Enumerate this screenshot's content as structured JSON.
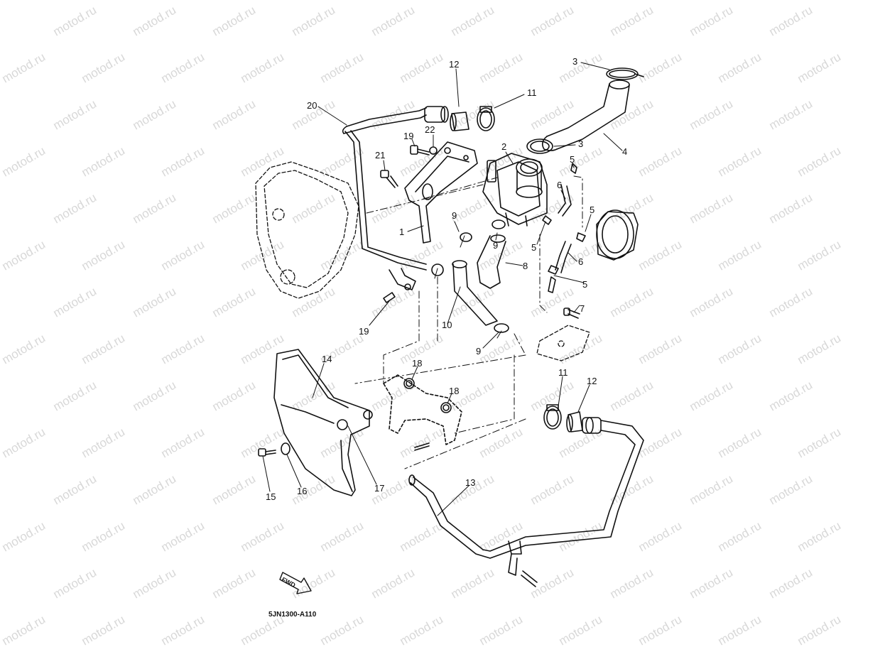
{
  "watermark": "motod.ru",
  "callouts": [
    {
      "id": "c12a",
      "text": "12"
    },
    {
      "id": "c11a",
      "text": "11"
    },
    {
      "id": "c3a",
      "text": "3"
    },
    {
      "id": "c20",
      "text": "20"
    },
    {
      "id": "c22",
      "text": "22"
    },
    {
      "id": "c19a",
      "text": "19"
    },
    {
      "id": "c2",
      "text": "2"
    },
    {
      "id": "c3b",
      "text": "3"
    },
    {
      "id": "c4",
      "text": "4"
    },
    {
      "id": "c21",
      "text": "21"
    },
    {
      "id": "c5a",
      "text": "5"
    },
    {
      "id": "c6a",
      "text": "6"
    },
    {
      "id": "c5b",
      "text": "5"
    },
    {
      "id": "c9a",
      "text": "9"
    },
    {
      "id": "c9b",
      "text": "9"
    },
    {
      "id": "c1",
      "text": "1"
    },
    {
      "id": "c5c",
      "text": "5"
    },
    {
      "id": "c6b",
      "text": "6"
    },
    {
      "id": "c8",
      "text": "8"
    },
    {
      "id": "c5d",
      "text": "5"
    },
    {
      "id": "c7",
      "text": "7"
    },
    {
      "id": "c19b",
      "text": "19"
    },
    {
      "id": "c10",
      "text": "10"
    },
    {
      "id": "c9c",
      "text": "9"
    },
    {
      "id": "c14",
      "text": "14"
    },
    {
      "id": "c18a",
      "text": "18"
    },
    {
      "id": "c18b",
      "text": "18"
    },
    {
      "id": "c11b",
      "text": "11"
    },
    {
      "id": "c12b",
      "text": "12"
    },
    {
      "id": "c13",
      "text": "13"
    },
    {
      "id": "c17",
      "text": "17"
    },
    {
      "id": "c16",
      "text": "16"
    },
    {
      "id": "c15",
      "text": "15"
    }
  ],
  "fwd_label": "FWD",
  "diagram_code": "5JN1300-A110"
}
